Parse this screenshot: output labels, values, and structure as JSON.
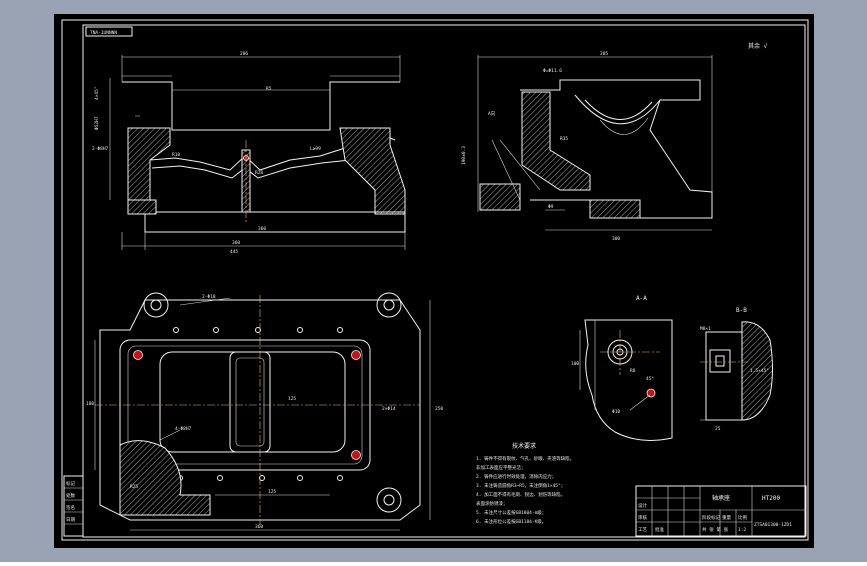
{
  "drawing": {
    "code_box": "TNA-1UNNNN",
    "roughness_note": "其余 √",
    "material": "HT200",
    "part_name": "轴承座",
    "drawing_no": "ZTSA01300-1ZD1"
  },
  "views": {
    "section_aa_label": "A-A",
    "section_bb_label": "B-B",
    "detail_a_label": "A向",
    "hole_callout_top": "2-Φ8H7",
    "hole_callout_plan": "2-Φ18",
    "hole_callout_small": "4-Φ8H7",
    "thread_callout": "M8×1",
    "dim_top_overall": "286",
    "dim_bottom_overall": "445",
    "dim_base": "360",
    "dim_right_overall": "285",
    "dim_right_base": "300",
    "dim_plan_width": "180",
    "dim_plan_height": "250",
    "dim_plan_bottom": "360",
    "dim_plan_bottom_inner": "125",
    "dim_detail_height": "100",
    "dim_detail_radius": "R8",
    "dim_detail_dia": "Φ10",
    "dim_bb_right": "25",
    "dim_bb_tol": "1.5×45°"
  },
  "technical_requirements": {
    "title": "技术要求",
    "lines": [
      "1. 铸件不得有裂纹、气孔、砂眼、夹渣等缺陷，",
      "   非加工表面应平整光洁；",
      "2. 铸件应进行时效处理，消除内应力；",
      "3. 未注铸造圆角R3~R5，未注倒角1×45°；",
      "4. 加工面不得有毛刺、锐边、划伤等缺陷，",
      "   表面涂防锈漆；",
      "5. 未注尺寸公差按GB1804-m级；",
      "6. 未注形位公差按GB1184-K级。"
    ]
  },
  "title_block": {
    "left_labels": [
      "标记",
      "处数",
      "签名",
      "日期"
    ],
    "mid_labels": [
      "设计",
      "审核",
      "工艺",
      "批准"
    ],
    "right_labels": [
      "阶段标记",
      "重量",
      "比例"
    ],
    "scale_value": "1:2",
    "sheet_label": "共 张 第 张"
  },
  "colors": {
    "background": "#9aa3b3",
    "paper": "#000000",
    "lines": "#f2f2f2",
    "highlight": "#d01010",
    "centerline": "#e0c050"
  }
}
